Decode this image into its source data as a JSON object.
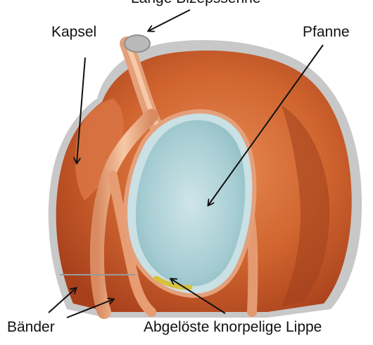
{
  "labels": {
    "top": "Lange Bizepssehne",
    "kapsel": "Kapsel",
    "pfanne": "Pfanne",
    "baender": "Bänder",
    "lippe": "Abgelöste knorpelige Lippe"
  },
  "colors": {
    "muscle_dark": "#b54a22",
    "muscle_mid": "#d0652f",
    "muscle_light": "#e98a55",
    "ligament": "#eaa27a",
    "ligament_highlight": "#f6c9a6",
    "cartilage_rim": "#c9e0e4",
    "glenoid_fill": "#a6cdd3",
    "glenoid_light": "#cfe5e8",
    "labrum_detached": "#d8c23a",
    "arrow": "#111111"
  }
}
